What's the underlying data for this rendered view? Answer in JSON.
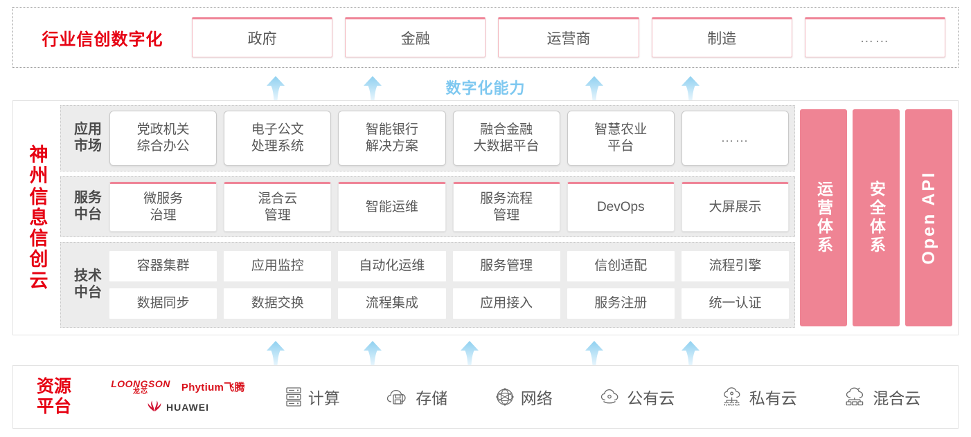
{
  "industry": {
    "title": "行业信创数字化",
    "cards": [
      {
        "label": "政府"
      },
      {
        "label": "金融"
      },
      {
        "label": "运营商"
      },
      {
        "label": "制造"
      },
      {
        "label": "……"
      }
    ]
  },
  "capability": {
    "label": "数字化能力",
    "top_arrow_count": 4,
    "bottom_arrow_count": 5
  },
  "cloud": {
    "title": "神州信息信创云",
    "layers": [
      {
        "name": "app-market",
        "label": "应用\n市场",
        "label_lines": [
          "应用",
          "市场"
        ],
        "cells": [
          "党政机关\n综合办公",
          "电子公文\n处理系统",
          "智能银行\n解决方案",
          "融合金融\n大数据平台",
          "智慧农业\n平台",
          "……"
        ]
      },
      {
        "name": "service-platform",
        "label_lines": [
          "服务",
          "中台"
        ],
        "cells": [
          "微服务\n治理",
          "混合云\n管理",
          "智能运维",
          "服务流程\n管理",
          "DevOps",
          "大屏展示"
        ]
      },
      {
        "name": "tech-platform",
        "label_lines": [
          "技术",
          "中台"
        ],
        "rows": [
          [
            "容器集群",
            "应用监控",
            "自动化运维",
            "服务管理",
            "信创适配",
            "流程引擎"
          ],
          [
            "数据同步",
            "数据交换",
            "流程集成",
            "应用接入",
            "服务注册",
            "统一认证"
          ]
        ]
      }
    ],
    "pillars": [
      {
        "label": "运营体系",
        "orientation": "vertical-cjk"
      },
      {
        "label": "安全体系",
        "orientation": "vertical-cjk"
      },
      {
        "label": "Open API",
        "orientation": "vertical-latin"
      }
    ]
  },
  "resource": {
    "title_lines": [
      "资源",
      "平台"
    ],
    "vendors": [
      {
        "name": "loongson",
        "en": "LOONGSON",
        "cn": "龙芯"
      },
      {
        "name": "phytium",
        "text": "Phytium飞腾"
      },
      {
        "name": "huawei",
        "text": "HUAWEI"
      }
    ],
    "items": [
      {
        "icon": "server-rack-icon",
        "label": "计算"
      },
      {
        "icon": "cloud-storage-icon",
        "label": "存储"
      },
      {
        "icon": "network-mesh-icon",
        "label": "网络"
      },
      {
        "icon": "public-cloud-icon",
        "label": "公有云"
      },
      {
        "icon": "private-cloud-icon",
        "label": "私有云"
      },
      {
        "icon": "hybrid-cloud-icon",
        "label": "混合云"
      }
    ]
  },
  "colors": {
    "brand_red": "#e60012",
    "pillar_pink": "#ef8494",
    "card_top_rule": "#ef8497",
    "arrow_blue": "#a9dcf5",
    "capability_text": "#7ec8f0",
    "layer_bg": "#ececec"
  }
}
